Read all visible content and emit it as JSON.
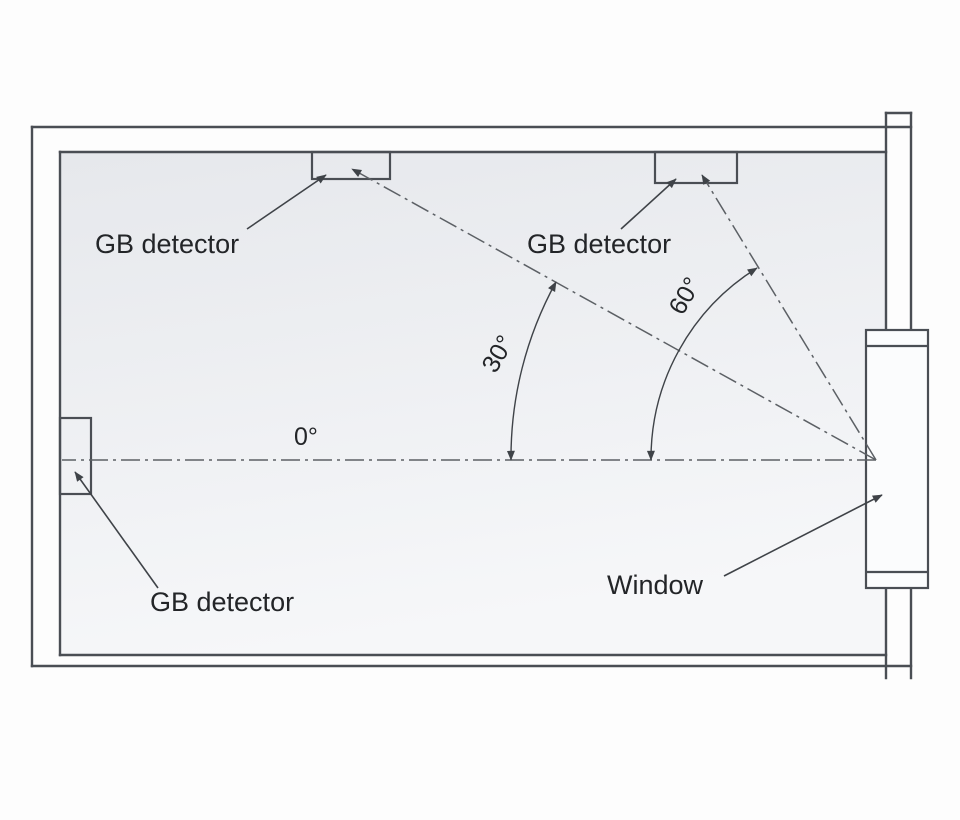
{
  "diagram": {
    "labels": {
      "detector_top_left": "GB detector",
      "detector_top_right": "GB detector",
      "detector_left": "GB detector",
      "window": "Window"
    },
    "angle_marks": {
      "zero": "0°",
      "thirty": "30°",
      "sixty": "60°"
    },
    "colors": {
      "wall_stroke": "#4a4e54",
      "centerline_stroke": "#5c6065",
      "annotation_stroke": "#3f4348",
      "label_text": "#232528",
      "room_fill_top": "#e6e8ec",
      "room_fill_bottom": "#f6f7f9",
      "background": "#fdfdfd"
    }
  }
}
